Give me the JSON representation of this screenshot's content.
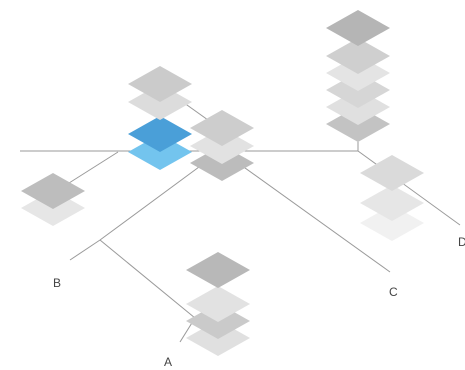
{
  "labels": {
    "a": "A",
    "b": "B",
    "c": "C",
    "d": "D"
  },
  "colors": {
    "line": "#9a9a9a",
    "highlight_top": "#4a9fd8",
    "highlight_bottom": "#73c4ee",
    "tile_dark": "#b6b6b6",
    "tile_light": "#dedede"
  },
  "tile_stacks": {
    "left_stack": {
      "layers": 2,
      "highlighted": false
    },
    "blue_stack": {
      "layers": 4,
      "highlighted_layers": 2
    },
    "center_stack": {
      "layers": 3,
      "highlighted": false
    },
    "lower_stack": {
      "layers": 4,
      "highlighted": false
    },
    "tall_right_stack": {
      "layers": 6,
      "highlighted": false
    },
    "faded_right_stack": {
      "layers": 3,
      "highlighted": false
    }
  }
}
